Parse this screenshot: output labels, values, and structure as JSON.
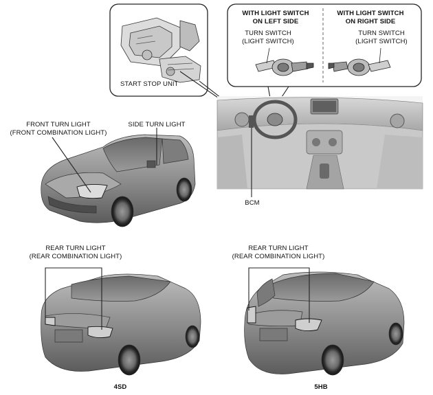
{
  "callouts": {
    "start_stop_unit": "START STOP UNIT",
    "left_side_header_1": "WITH LIGHT SWITCH",
    "left_side_header_2": "ON LEFT SIDE",
    "right_side_header_1": "WITH LIGHT SWITCH",
    "right_side_header_2": "ON RIGHT SIDE",
    "turn_switch_left_1": "TURN SWITCH",
    "turn_switch_left_2": "(LIGHT SWITCH)",
    "turn_switch_right_1": "TURN SWITCH",
    "turn_switch_right_2": "(LIGHT SWITCH)",
    "bcm": "BCM",
    "front_turn_light_1": "FRONT TURN LIGHT",
    "front_turn_light_2": "(FRONT COMBINATION LIGHT)",
    "side_turn_light": "SIDE TURN LIGHT",
    "rear_turn_light_4sd_1": "REAR TURN LIGHT",
    "rear_turn_light_4sd_2": "(REAR COMBINATION LIGHT)",
    "rear_turn_light_5hb_1": "REAR TURN LIGHT",
    "rear_turn_light_5hb_2": "(REAR COMBINATION LIGHT)"
  },
  "variants": {
    "sedan": "4SD",
    "hatchback": "5HB"
  }
}
